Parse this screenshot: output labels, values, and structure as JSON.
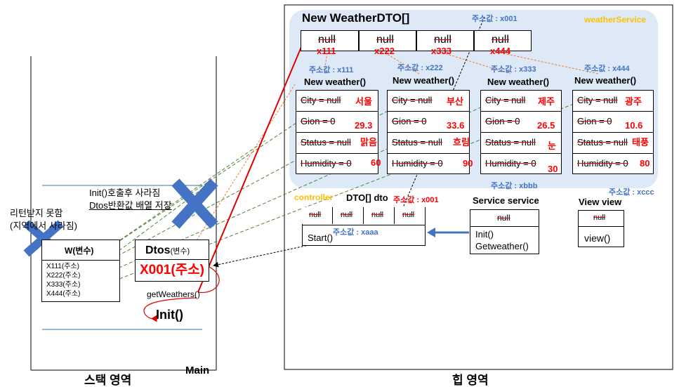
{
  "stack": {
    "caption": "스택 영역",
    "main_label": "Main",
    "note_init": "Init()호출후 사라짐",
    "note_dtos": "Dtos반환값 배열 저장",
    "note_noreturn_1": "리턴받지 못함",
    "note_noreturn_2": "(지역에서 사라짐)",
    "w_var": "W(변수)",
    "w_items": [
      "X111(주소)",
      "X222(주소)",
      "X333(주소)",
      "X444(주소)"
    ],
    "dtos_var": "Dtos",
    "dtos_suffix": "(변수)",
    "dtos_value": "X001(주소)",
    "get_weathers": "getWeathers()",
    "init": "Init()"
  },
  "heap": {
    "caption": "힙 영역",
    "service_area_label": "weatherService",
    "array_title": "New WeatherDTO[]",
    "array_addr": "주소값 : x001",
    "array_cells": [
      {
        "old": "null",
        "new": "x111"
      },
      {
        "old": "null",
        "new": "x222"
      },
      {
        "old": "null",
        "new": "x333"
      },
      {
        "old": "null",
        "new": "x444"
      }
    ],
    "objects": [
      {
        "addr": "주소값 : x111",
        "title": "New weather()",
        "city_old": "City = null",
        "city": "서울",
        "gion_old": "Gion = 0",
        "gion": "29.3",
        "status_old": "Status = null",
        "status": "맑음",
        "humidity_old": "Humidity = 0",
        "humidity": "60"
      },
      {
        "addr": "주소값 : x222",
        "title": "New weather()",
        "city_old": "City = null",
        "city": "부산",
        "gion_old": "Gion = 0",
        "gion": "33.6",
        "status_old": "Status = null",
        "status": "흐림",
        "humidity_old": "Humidity = 0",
        "humidity": "90"
      },
      {
        "addr": "주소값 : x333",
        "title": "New weather()",
        "city_old": "City = null",
        "city": "제주",
        "gion_old": "Gion = 0",
        "gion": "26.5",
        "status_old": "Status = null",
        "status": "눈",
        "humidity_old": "Humidity = 0",
        "humidity": "30"
      },
      {
        "addr": "주소값 : x444",
        "title": "New weather()",
        "city_old": "City = null",
        "city": "광주",
        "gion_old": "Gion = 0",
        "gion": "10.6",
        "status_old": "Status = null",
        "status": "태풍",
        "humidity_old": "Humidity = 0",
        "humidity": "80"
      }
    ],
    "controller_label": "controller",
    "controller_dto": "DTO[] dto",
    "controller_dto_addr": "주소값 : x001",
    "controller_nulls": [
      "null",
      "null",
      "null",
      "null"
    ],
    "controller_addr": "주소값 : xaaa",
    "controller_method": "Start()",
    "service_title": "Service service",
    "service_addr": "주소값 : xbbb",
    "service_null": "null",
    "service_methods": [
      "Init()",
      "Getweather()"
    ],
    "view_title": "View view",
    "view_addr": "주소값 : xccc",
    "view_null": "null",
    "view_method": "view()"
  }
}
